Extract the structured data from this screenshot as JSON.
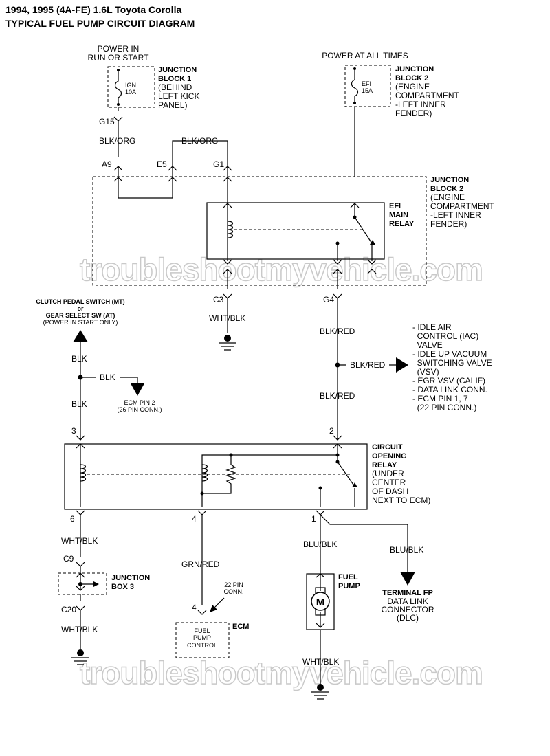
{
  "title": {
    "line1": "1994, 1995 (4A-FE) 1.6L Toyota Corolla",
    "line2": "TYPICAL FUEL PUMP CIRCUIT DIAGRAM"
  },
  "watermark": "troubleshootmyvehicle.com",
  "power_run_start": [
    "POWER IN",
    "RUN OR START"
  ],
  "power_all_times": "POWER AT ALL TIMES",
  "fuse_ign": [
    "IGN",
    "10A"
  ],
  "fuse_efi": [
    "EFI",
    "15A"
  ],
  "jb1_label": [
    "JUNCTION",
    "BLOCK 1"
  ],
  "jb1_location": [
    "(BEHIND",
    "LEFT KICK",
    "PANEL)"
  ],
  "jb2_top_label": [
    "JUNCTION",
    "BLOCK 2"
  ],
  "jb2_top_location": [
    "(ENGINE",
    "COMPARTMENT",
    "-LEFT INNER",
    "FENDER)"
  ],
  "jb2_right_label": [
    "JUNCTION",
    "BLOCK 2"
  ],
  "jb2_right_location": [
    "(ENGINE",
    "COMPARTMENT",
    "-LEFT INNER",
    "FENDER)"
  ],
  "efi_relay_label": [
    "EFI",
    "MAIN",
    "RELAY"
  ],
  "connectors": {
    "g15": "G15",
    "a9": "A9",
    "e5": "E5",
    "g1": "G1",
    "c3": "C3",
    "g4": "G4",
    "c9": "C9",
    "c20": "C20",
    "pin3": "3",
    "pin2": "2",
    "pin6": "6",
    "pin4": "4",
    "pin1": "1",
    "ecm_pin4": "4"
  },
  "wires": {
    "blk_org_1": "BLK/ORG",
    "blk_org_2": "BLK/ORG",
    "wht_blk_c3": "WHT/BLK",
    "blk_red_1": "BLK/RED",
    "blk_red_2": "BLK/RED",
    "blk_red_3": "BLK/RED",
    "blk_1": "BLK",
    "blk_2": "BLK",
    "blk_3": "BLK",
    "wht_blk_6": "WHT/BLK",
    "wht_blk_c20": "WHT/BLK",
    "grn_red": "GRN/RED",
    "blu_blk_1": "BLU/BLK",
    "blu_blk_2": "BLU/BLK",
    "wht_blk_pump": "WHT/BLK"
  },
  "clutch_switch": {
    "line1": "CLUTCH PEDAL SWITCH (MT)",
    "line2": "or",
    "line3": "GEAR SELECT SW (AT)",
    "line4": "(POWER IN START ONLY)"
  },
  "ecm_pin2": [
    "ECM PIN 2",
    "(26 PIN CONN.)"
  ],
  "blk_red_destinations": [
    "- IDLE AIR",
    "  CONTROL (IAC)",
    "  VALVE",
    "- IDLE UP VACUUM",
    "  SWITCHING VALVE",
    "  (VSV)",
    "- EGR VSV (CALIF)",
    "- DATA LINK CONN.",
    "- ECM PIN 1, 7",
    "  (22 PIN CONN.)"
  ],
  "cor_label": [
    "CIRCUIT",
    "OPENING",
    "RELAY"
  ],
  "cor_location": [
    "(UNDER",
    "CENTER",
    "OF DASH",
    "NEXT TO ECM)"
  ],
  "jbox3_label": [
    "JUNCTION",
    "BOX 3"
  ],
  "ecm_conn_note": [
    "22 PIN",
    "CONN."
  ],
  "ecm_box": [
    "FUEL",
    "PUMP",
    "CONTROL"
  ],
  "ecm_label": "ECM",
  "fuel_pump_label": [
    "FUEL",
    "PUMP"
  ],
  "motor_letter": "M",
  "terminal_fp": [
    "TERMINAL FP",
    "DATA LINK",
    "CONNECTOR",
    "(DLC)"
  ]
}
